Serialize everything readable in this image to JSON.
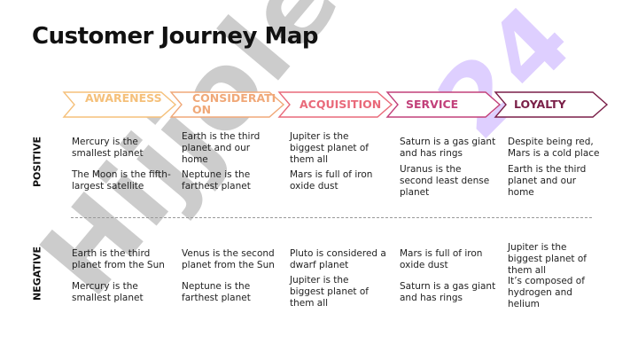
{
  "title": "Customer Journey Map",
  "watermarks": [
    "Hijjoler",
    "24"
  ],
  "stages": [
    {
      "label": "AWARENESS",
      "color": "#f5c07a"
    },
    {
      "label": "CONSIDERATION",
      "color": "#f0a878"
    },
    {
      "label": "ACQUISITION",
      "color": "#e96a7a"
    },
    {
      "label": "SERVICE",
      "color": "#c2407a"
    },
    {
      "label": "LOYALTY",
      "color": "#7a1f48"
    }
  ],
  "rows": {
    "positive_label": "POSITIVE",
    "negative_label": "NEGATIVE"
  },
  "positive": [
    [
      "Mercury is the smallest planet",
      "The Moon is the fifth-largest satellite"
    ],
    [
      "Earth is the third planet and our home",
      "Neptune is the farthest planet"
    ],
    [
      "Jupiter is the biggest planet of them all",
      "Mars is full of iron oxide dust"
    ],
    [
      "Saturn is a gas giant and has rings",
      "Uranus is the second least dense planet"
    ],
    [
      "Despite being red, Mars is a cold place",
      "Earth is the third planet and our home"
    ]
  ],
  "negative": [
    [
      "Earth is the third planet from the Sun",
      "Mercury is the smallest planet"
    ],
    [
      "Venus is the second planet from the Sun",
      "Neptune is the farthest planet"
    ],
    [
      "Pluto is considered a dwarf planet",
      "Jupiter is the biggest planet of them all"
    ],
    [
      "Mars is full of iron oxide dust",
      "Saturn is a gas giant and has rings"
    ],
    [
      "Jupiter is the biggest planet of them all",
      "It’s composed of hydrogen and helium"
    ]
  ]
}
